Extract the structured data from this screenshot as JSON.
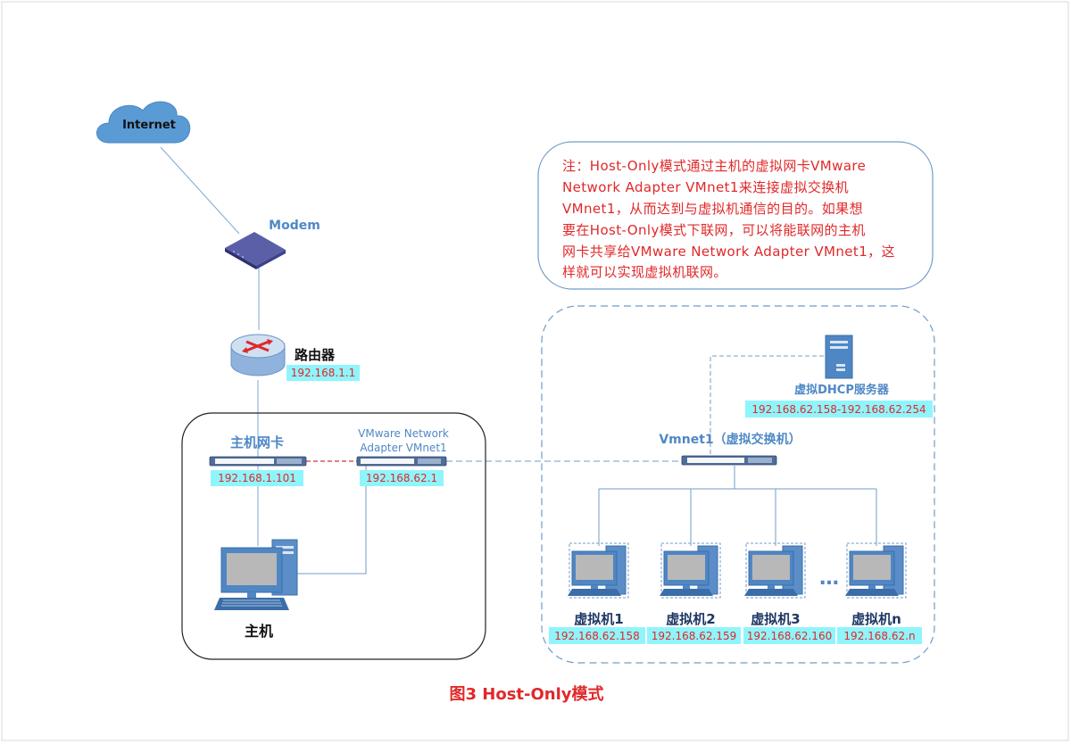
{
  "internet": {
    "label": "Internet"
  },
  "modem": {
    "label": "Modem"
  },
  "router": {
    "label": "路由器",
    "ip": "192.168.1.1"
  },
  "host_nic": {
    "label": "主机网卡",
    "ip": "192.168.1.101"
  },
  "vmnet1_adapter": {
    "label_line1": "VMware Network",
    "label_line2": "Adapter VMnet1",
    "ip": "192.168.62.1"
  },
  "host": {
    "label": "主机"
  },
  "dhcp_server": {
    "label": "虚拟DHCP服务器",
    "ip_range": "192.168.62.158-192.168.62.254"
  },
  "vswitch": {
    "label": "Vmnet1（虚拟交换机）"
  },
  "vms": [
    {
      "label": "虚拟机1",
      "ip": "192.168.62.158"
    },
    {
      "label": "虚拟机2",
      "ip": "192.168.62.159"
    },
    {
      "label": "虚拟机3",
      "ip": "192.168.62.160"
    },
    {
      "label": "虚拟机n",
      "ip": "192.168.62.n"
    }
  ],
  "ellipsis": "…",
  "note": {
    "lines": [
      "注：Host-Only模式通过主机的虚拟网卡VMware",
      "Network Adapter VMnet1来连接虚拟交换机",
      "VMnet1，从而达到与虚拟机通信的目的。如果想",
      "要在Host-Only模式下联网，可以将能联网的主机",
      "网卡共享给VMware Network Adapter VMnet1，这",
      "样就可以实现虚拟机联网。"
    ]
  },
  "caption": "图3  Host-Only模式",
  "colors": {
    "accent_red": "#e0282a",
    "ip_background": "#8ff5fb",
    "device_blue": "#4e88c6",
    "label_dark_blue": "#1f3864",
    "line_blue": "#6f9cc8"
  }
}
